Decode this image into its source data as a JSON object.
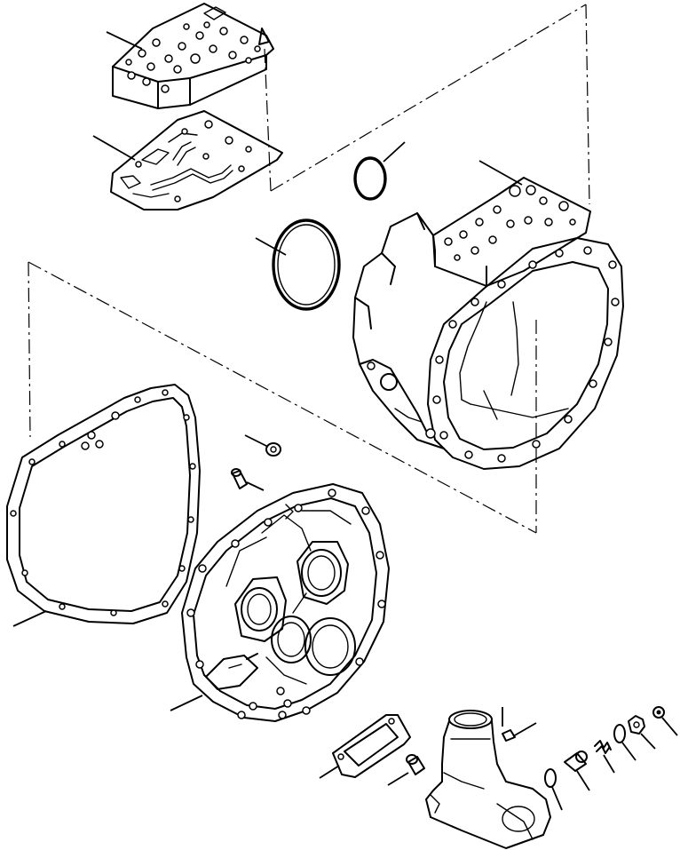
{
  "diagram": {
    "parts": [
      {
        "id": "valve-body"
      },
      {
        "id": "valve-plate-gasket"
      },
      {
        "id": "small-o-ring"
      },
      {
        "id": "large-o-ring"
      },
      {
        "id": "transmission-case"
      },
      {
        "id": "housing-gasket"
      },
      {
        "id": "breather-fitting"
      },
      {
        "id": "dowel-pin"
      },
      {
        "id": "front-cover-plate"
      },
      {
        "id": "cover-gasket"
      },
      {
        "id": "bushing"
      },
      {
        "id": "filler-tube"
      },
      {
        "id": "tube-o-ring"
      },
      {
        "id": "plug"
      },
      {
        "id": "spring"
      },
      {
        "id": "washer"
      },
      {
        "id": "nut"
      },
      {
        "id": "cap-screw"
      },
      {
        "id": "tube-set-screw"
      }
    ],
    "colors": {
      "ink": "#000000",
      "paper": "#ffffff"
    }
  }
}
